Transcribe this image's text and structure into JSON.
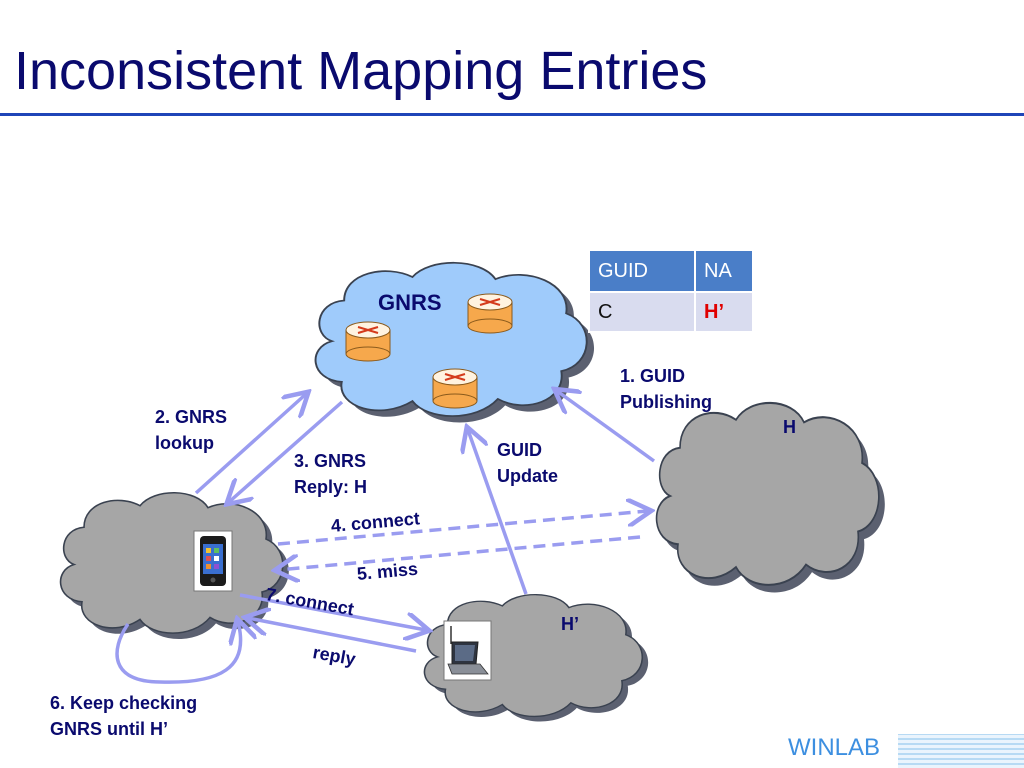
{
  "slide": {
    "title": "Inconsistent Mapping Entries"
  },
  "clouds": {
    "gnrs_label": "GNRS",
    "host_h_label": "H",
    "host_h_prime_label": "H’"
  },
  "table": {
    "headers": [
      "GUID",
      "NA"
    ],
    "rows": [
      [
        "C",
        "H’"
      ]
    ]
  },
  "steps": {
    "step1_line1": "1.   GUID",
    "step1_line2": "Publishing",
    "step2_line1": "2. GNRS",
    "step2_line2": "lookup",
    "step3_line1": "3. GNRS",
    "step3_line2": "Reply: H",
    "guid_update_line1": "GUID",
    "guid_update_line2": "Update",
    "step4": "4. connect",
    "step5": "5. miss",
    "step6_line1": "6. Keep checking",
    "step6_line2": "GNRS until H’",
    "step7": "7. connect",
    "reply": "reply"
  },
  "footer": {
    "logo": "WINLAB"
  },
  "colors": {
    "title": "#0a0a6e",
    "rule": "#1f45b8",
    "gnrs_cloud": "#9fcbfb",
    "host_cloud": "#a6a6a6",
    "arrow": "#9a9cf0",
    "router": "#f6a84c",
    "highlight": "#e00000"
  },
  "icons": {
    "router": "router-icon",
    "phone": "smartphone-icon",
    "laptop": "laptop-icon"
  }
}
